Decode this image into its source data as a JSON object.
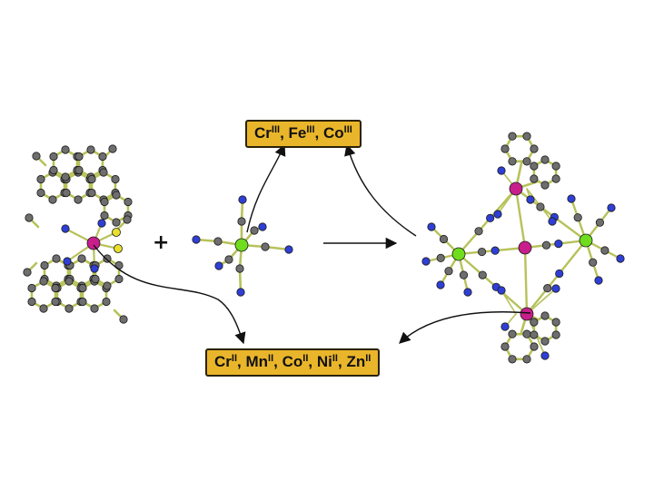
{
  "top_box": [
    {
      "el": "Cr",
      "ox": "III",
      "sep": ", "
    },
    {
      "el": "Fe",
      "ox": "III",
      "sep": ", "
    },
    {
      "el": "Co",
      "ox": "III",
      "sep": ""
    }
  ],
  "bottom_box": [
    {
      "el": "Cr",
      "ox": "II",
      "sep": ", "
    },
    {
      "el": "Mn",
      "ox": "II",
      "sep": ", "
    },
    {
      "el": "Co",
      "ox": "II",
      "sep": ", "
    },
    {
      "el": "Ni",
      "ox": "II",
      "sep": ", "
    },
    {
      "el": "Zn",
      "ox": "II",
      "sep": ""
    }
  ],
  "plus_sign": "+",
  "colors": {
    "box_fill": "#e9b52a",
    "bond": "#b7c25a",
    "carbon": "#6e6e6e",
    "nitrogen": "#2f3fd6",
    "metal_green": "#6fdc1e",
    "metal_magenta": "#c81e8c",
    "fluorine": "#e8e02a"
  }
}
